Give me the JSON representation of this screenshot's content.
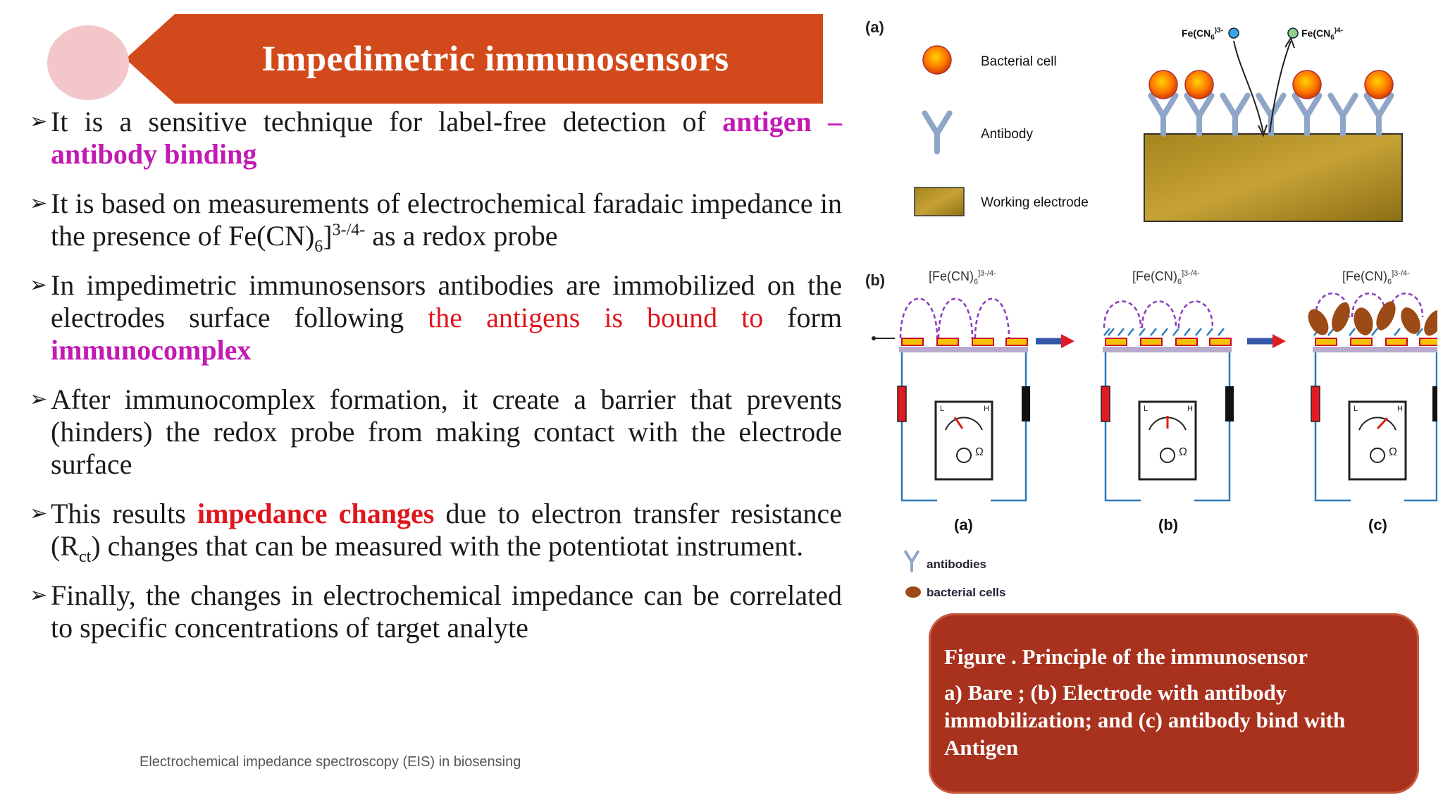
{
  "slide": {
    "title": "Impedimetric immunosensors",
    "footer": "Electrochemical impedance spectroscopy (EIS) in biosensing"
  },
  "bullets": {
    "b1": {
      "t1": "It is a sensitive technique for  label-free detection of ",
      "h1": "antigen – antibody binding"
    },
    "b2": {
      "t1": "It is based on measurements of electrochemical faradaic impedance in the presence of Fe(CN)",
      "sub": "6",
      "t2": "]",
      "sup": "3-/4-",
      "t3": " as a redox probe"
    },
    "b3": {
      "t1": "In impedimetric immunosensors antibodies are immobilized on the electrodes surface following ",
      "h1": "the antigens is bound to",
      "t2": " form ",
      "h2": "immunocomplex"
    },
    "b4": {
      "t1": "After immunocomplex formation, it create a barrier that prevents (hinders) the redox probe from making contact with the electrode surface"
    },
    "b5": {
      "t1": "This results ",
      "h1": "impedance changes",
      "t2": " due to electron transfer resistance (R",
      "sub": "ct",
      "t3": ") changes that can be measured with the potentiotat instrument."
    },
    "b6": {
      "t1": "Finally, the changes in electrochemical impedance can be correlated to specific concentrations of target analyte"
    }
  },
  "figure": {
    "panel_a_label": "(a)",
    "panel_b_label": "(b)",
    "legend_a": {
      "cell": "Bacterial cell",
      "antibody": "Antibody",
      "electrode": "Working electrode"
    },
    "probe_ox": "Fe(CN",
    "probe_ox_sub": "6",
    "probe_ox_sup": ")3-",
    "probe_red": "Fe(CN",
    "probe_red_sub": "6",
    "probe_red_sup": ")4-",
    "redox_label": "[Fe(CN)",
    "redox_sub": "6",
    "redox_sup": "]3-/4-",
    "step_labels": [
      "(a)",
      "(b)",
      "(c)"
    ],
    "legend_b": {
      "antibodies": "antibodies",
      "cells": "bacterial cells"
    },
    "meter_L": "L",
    "meter_H": "H",
    "meter_ohm": "Ω"
  },
  "caption": {
    "title": "Figure . Principle of the immunosensor",
    "body": "a) Bare ; (b) Electrode with antibody immobilization; and (c) antibody bind with Antigen"
  },
  "colors": {
    "banner": "#d24a1b",
    "magenta": "#c21ab5",
    "red": "#e0161d",
    "caption_bg": "#a8321d"
  }
}
